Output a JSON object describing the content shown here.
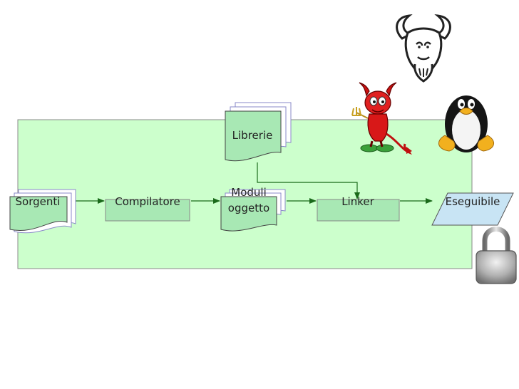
{
  "diagram": {
    "nodes": {
      "sorgenti": "Sorgenti",
      "compilatore": "Compilatore",
      "moduli_line1": "Moduli",
      "moduli_line2": "oggetto",
      "librerie": "Librerie",
      "linker": "Linker",
      "eseguibile": "Eseguibile"
    },
    "edges": [
      {
        "from": "sorgenti",
        "to": "compilatore"
      },
      {
        "from": "compilatore",
        "to": "moduli"
      },
      {
        "from": "moduli",
        "to": "linker"
      },
      {
        "from": "librerie",
        "to": "linker"
      },
      {
        "from": "linker",
        "to": "eseguibile"
      }
    ],
    "mascots": [
      "gnu-logo",
      "bsd-daemon",
      "linux-tux",
      "padlock"
    ]
  },
  "colors": {
    "background_panel": "#ccffcc",
    "process_box": "#a8e8b4",
    "document_fill": "#a8e8b4",
    "document_back": "#ffffff",
    "document_stack_border": "#8a8ac8",
    "executable": "#c8e4f4",
    "arrow": "#1a6a1a"
  }
}
